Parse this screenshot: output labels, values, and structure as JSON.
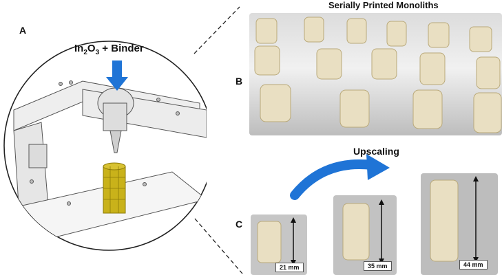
{
  "panel_a": {
    "letter": "A",
    "reagent_main": "In",
    "reagent_sub1": "2",
    "reagent_mid": "O",
    "reagent_sub2": "3",
    "reagent_tail": " + Binder"
  },
  "panel_b": {
    "letter": "B",
    "title": "Serially Printed Monoliths"
  },
  "panel_c": {
    "letter": "C",
    "upscaling_label": "Upscaling",
    "samples": [
      {
        "size_label": "21 mm"
      },
      {
        "size_label": "35 mm"
      },
      {
        "size_label": "44 mm"
      }
    ]
  },
  "colors": {
    "arrow_blue": "#1f74d6",
    "monolith_cream": "#e9dfc2",
    "printed_part": "#c9b21a"
  }
}
